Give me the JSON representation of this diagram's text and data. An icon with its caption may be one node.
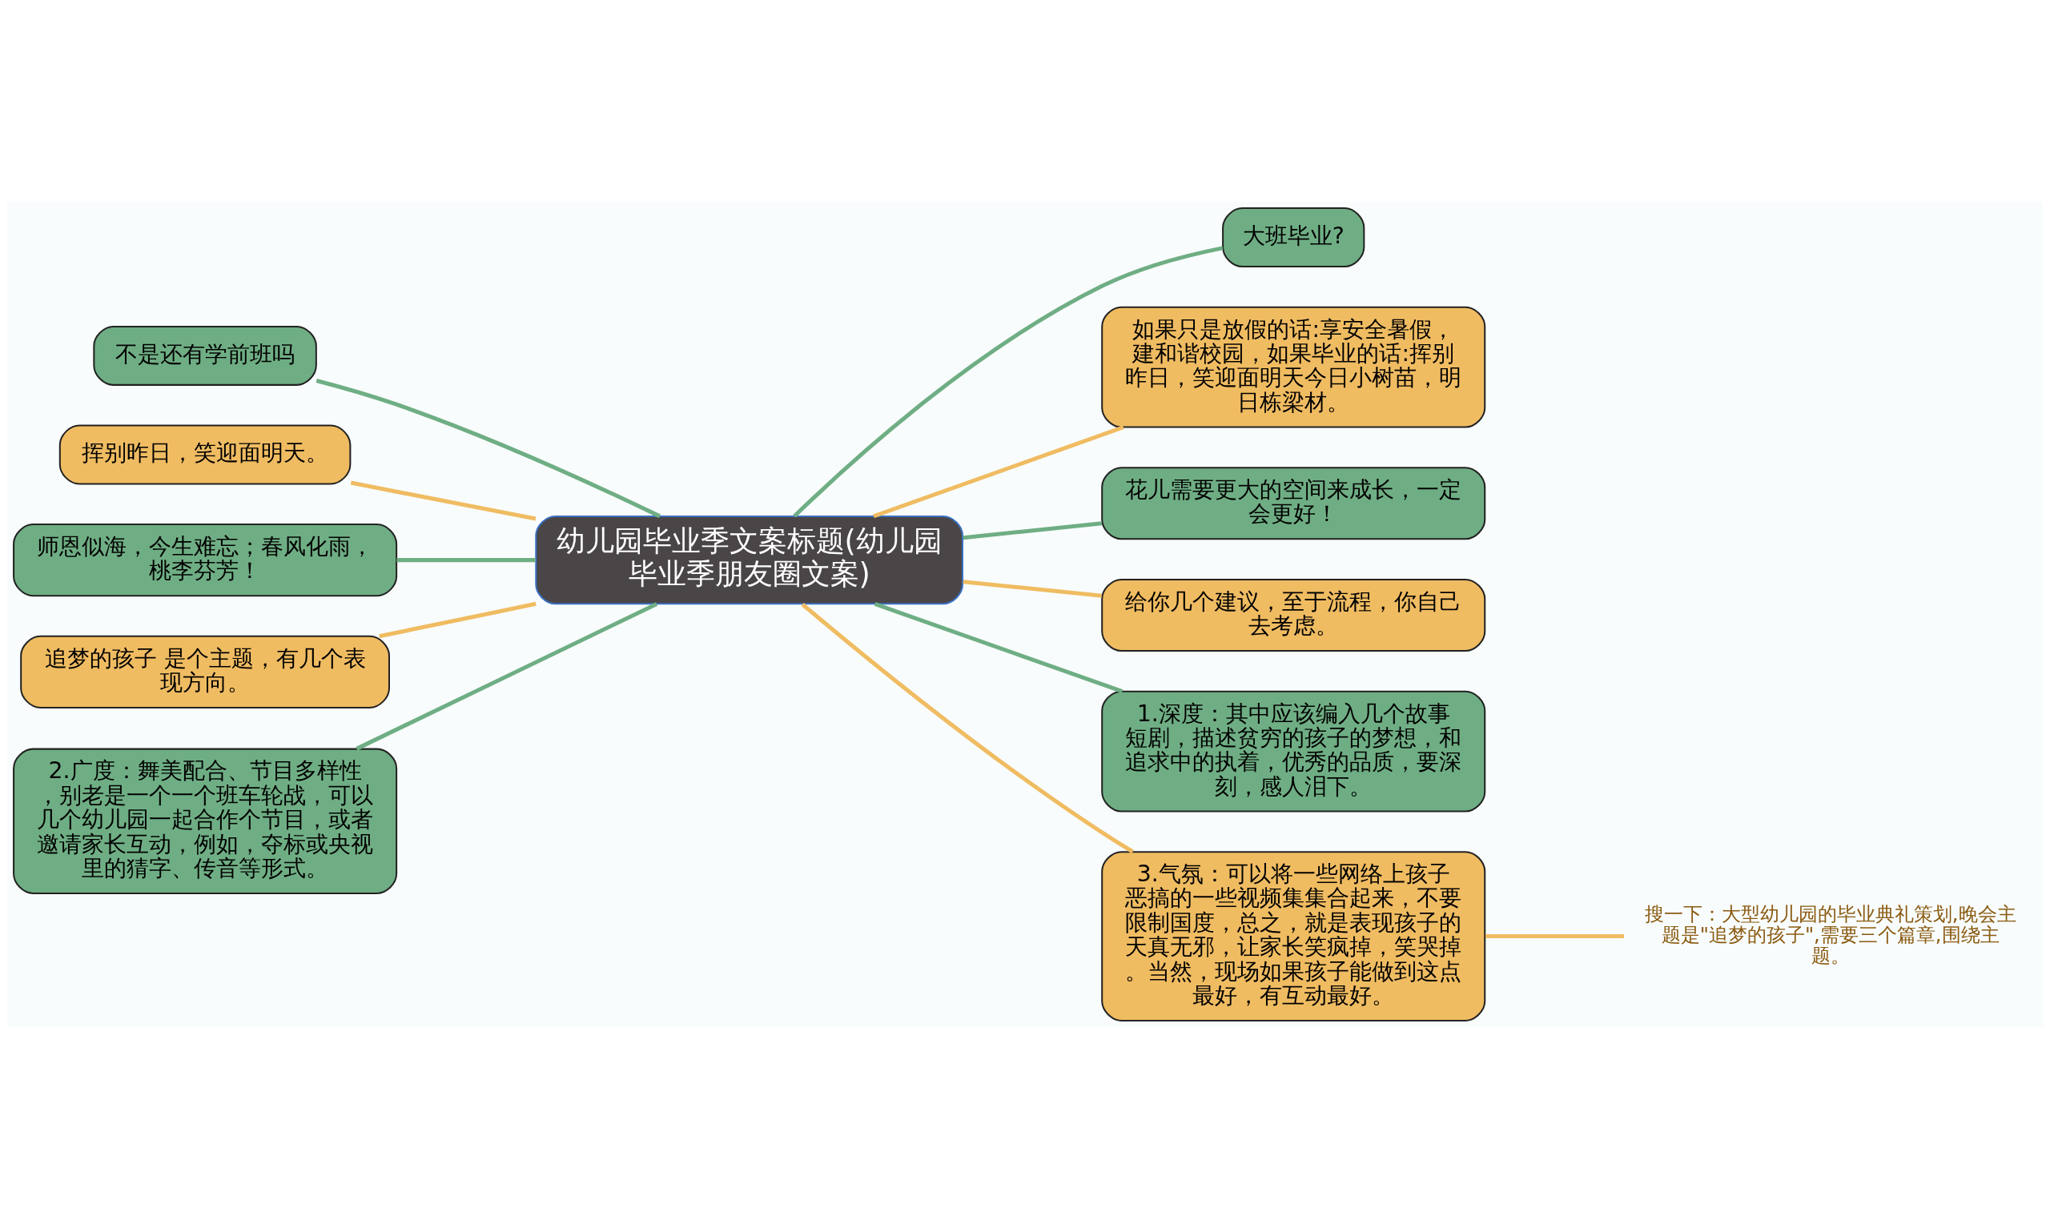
{
  "diagram": {
    "nodes": [
      {
        "text": [
          "幼儿园毕业季文案标题(幼儿园毕业季朋友圈文案)"
        ]
      },
      {
        "text": [
          "大班毕业?"
        ]
      },
      {
        "text": [
          "如果只是放假的话:享安全暑假，建和谐校园，如果毕业的话:挥别昨日，笑迎面明天今日小树苗，明日栋梁材。"
        ]
      },
      {
        "text": [
          "花儿需要更大的空间来成长，一定会更好！"
        ]
      },
      {
        "text": [
          "给你几个建议，至于流程，你自己去考虑。"
        ]
      },
      {
        "text": [
          "1.深度：其中应该编入几个故事短剧，描述贫穷的孩子的梦想，和追求中的执着，优秀的品质，要深刻，感人泪下。"
        ]
      },
      {
        "text": [
          "3.气氛：可以将一些网络上孩子恶搞的一些视频集集合起来，不要限制国度，总之，就是表现孩子的天真无邪，让家长笑疯掉，笑哭掉。当然，现场如果孩子能做到这点最好，有互动最好。"
        ]
      },
      {
        "text": [
          "搜一下：大型幼儿园的毕业典礼策划,晚会主题是\"追梦的孩子\",需要三个篇章,围绕主题。"
        ]
      },
      {
        "text": [
          "不是还有学前班吗"
        ]
      },
      {
        "text": [
          "挥别昨日，笑迎面明天。"
        ]
      },
      {
        "text": [
          "师恩似海，今生难忘；春风化雨，桃李芬芳！"
        ]
      },
      {
        "text": [
          "追梦的孩子 是个主题，有几个表现方向。"
        ]
      },
      {
        "text": [
          "2.广度：舞美配合、节目多样性，别老是一个一个班车轮战，可以几个幼儿园一起合作个节目，或者邀请家长互动，例如，夺标或央视里的猜字、传音等形式。"
        ]
      }
    ],
    "edges": [
      {
        "from": 0,
        "to": 1,
        "arrow": "none",
        "color": "#6fae84"
      },
      {
        "from": 0,
        "to": 2,
        "arrow": "none",
        "color": "#f0bc62"
      },
      {
        "from": 0,
        "to": 3,
        "arrow": "none",
        "color": "#6fae84"
      },
      {
        "from": 0,
        "to": 4,
        "arrow": "none",
        "color": "#f0bc62"
      },
      {
        "from": 0,
        "to": 5,
        "arrow": "none",
        "color": "#6fae84"
      },
      {
        "from": 0,
        "to": 6,
        "arrow": "none",
        "color": "#f0bc62"
      },
      {
        "from": 6,
        "to": 7,
        "arrow": "none",
        "color": "#f0bc62"
      },
      {
        "from": 0,
        "to": 8,
        "arrow": "none",
        "color": "#6fae84"
      },
      {
        "from": 0,
        "to": 9,
        "arrow": "none",
        "color": "#f0bc62"
      },
      {
        "from": 0,
        "to": 10,
        "arrow": "none",
        "color": "#6fae84"
      },
      {
        "from": 0,
        "to": 11,
        "arrow": "none",
        "color": "#f0bc62"
      },
      {
        "from": 0,
        "to": 12,
        "arrow": "none",
        "color": "#6fae84"
      }
    ]
  }
}
